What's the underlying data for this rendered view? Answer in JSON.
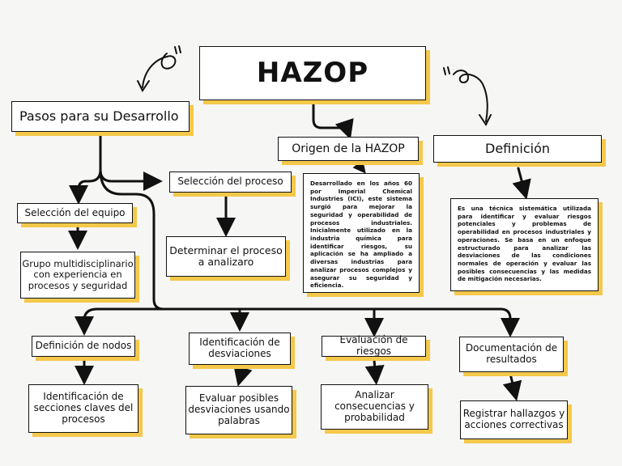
{
  "title": "HAZOP",
  "steps_heading": "Pasos para su Desarrollo",
  "origin": {
    "heading": "Origen de la HAZOP",
    "text": "Desarrollado en los años 60 por Imperial Chemical Industries (ICI), este sistema surgió para mejorar la seguridad y operabilidad de procesos industriales. Inicialmente utilizado en la industria química para identificar riesgos, su aplicación se ha ampliado a diversas industrias para analizar procesos complejos y asegurar su seguridad y eficiencia."
  },
  "definition": {
    "heading": "Definición",
    "text": "Es una técnica sistemática utilizada para identificar y evaluar riesgos potenciales y problemas de operabilidad en procesos industriales y operaciones. Se basa en un enfoque estructurado para analizar las desviaciones de las condiciones normales de operación y evaluar las posibles consecuencias y las medidas de mitigación necesarias."
  },
  "team": {
    "heading": "Selección del equipo",
    "detail": "Grupo multidisciplinario con experiencia en procesos y seguridad"
  },
  "process": {
    "heading": "Selección del proceso",
    "detail": "Determinar el proceso a analizaro"
  },
  "steps": [
    {
      "heading": "Definición de nodos",
      "detail": "Identificación de secciones claves del procesos"
    },
    {
      "heading": "Identificación de desviaciones",
      "detail": "Evaluar posibles desviaciones usando palabras"
    },
    {
      "heading": "Evaluación de riesgos",
      "detail": "Analizar consecuencias y probabilidad"
    },
    {
      "heading": "Documentación de resultados",
      "detail": "Registrar hallazgos y acciones correctivas"
    }
  ]
}
